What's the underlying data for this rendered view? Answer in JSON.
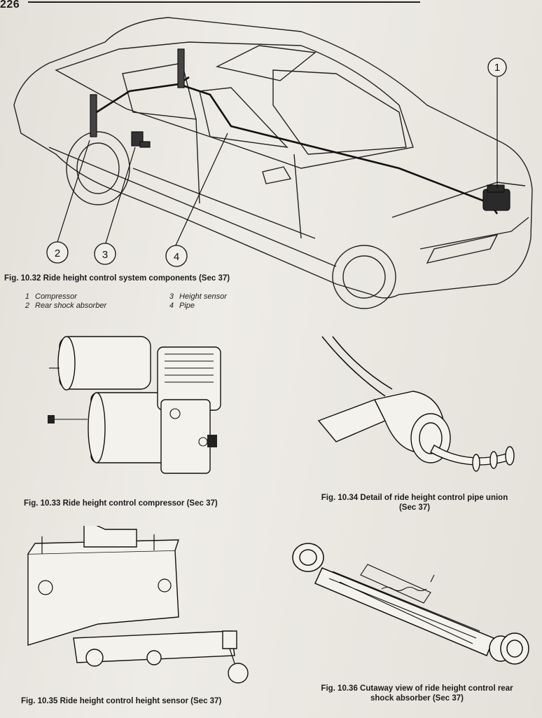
{
  "page_number": "226",
  "fig_32": {
    "caption": "Fig. 10.32 Ride height control system components (Sec 37)",
    "callouts": [
      "1",
      "2",
      "3",
      "4"
    ],
    "legend_left": [
      {
        "n": "1",
        "text": "Compressor"
      },
      {
        "n": "2",
        "text": "Rear shock absorber"
      }
    ],
    "legend_right": [
      {
        "n": "3",
        "text": "Height sensor"
      },
      {
        "n": "4",
        "text": "Pipe"
      }
    ]
  },
  "fig_33": {
    "caption": "Fig. 10.33 Ride height control compressor (Sec 37)"
  },
  "fig_34": {
    "caption_line1": "Fig. 10.34 Detail of ride height control pipe union",
    "caption_line2": "(Sec 37)"
  },
  "fig_35": {
    "caption": "Fig. 10.35 Ride height control height sensor (Sec 37)"
  },
  "fig_36": {
    "caption_line1": "Fig. 10.36 Cutaway view of ride height control rear",
    "caption_line2": "shock absorber (Sec 37)"
  }
}
